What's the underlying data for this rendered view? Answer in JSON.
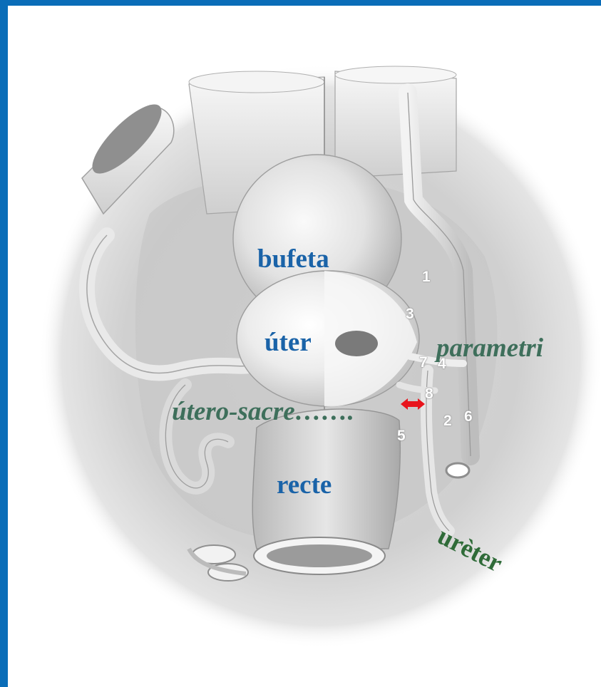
{
  "colors": {
    "frame": "#0a6db8",
    "organ_label": "#1a63a8",
    "ligament_label": "#3e6f5b",
    "ureter_label": "#2f6b38",
    "arrow": "#e8141c",
    "tissue_light": "#ececec",
    "tissue_mid": "#c9c9c9",
    "tissue_dark": "#9a9a9a"
  },
  "labels": {
    "bladder": "bufeta",
    "uterus": "úter",
    "rectum": "recte",
    "parametrium": "parametri",
    "uterosacral": "útero-sacre…….",
    "ureter": "urèter"
  },
  "numbers": [
    "1",
    "2",
    "3",
    "4",
    "5",
    "6",
    "7",
    "8"
  ],
  "icons": {
    "arrow": "double-headed-arrow-icon"
  }
}
